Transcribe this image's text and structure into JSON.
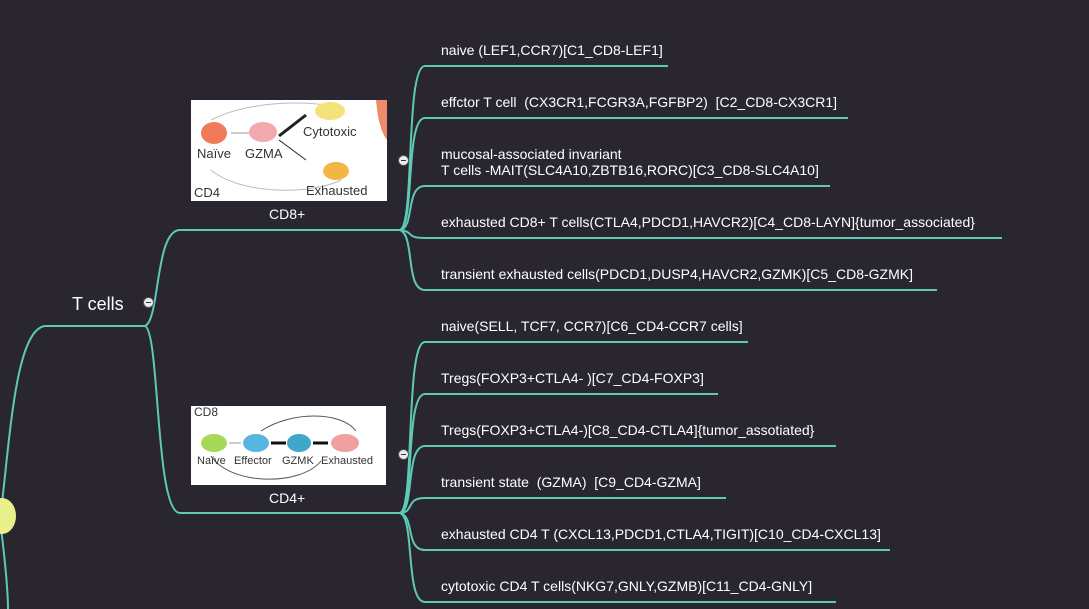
{
  "root": {
    "label": "T cells"
  },
  "cd8": {
    "label": "CD8+",
    "image": {
      "naive": "Naïve",
      "gzma": "GZMA",
      "cytotoxic": "Cytotoxic",
      "exhausted": "Exhausted",
      "corner": "CD4"
    },
    "children": [
      "naive (LEF1,CCR7)[C1_CD8-LEF1]",
      "effctor T cell  (CX3CR1,FCGR3A,FGFBP2)  [C2_CD8-CX3CR1]",
      "mucosal-associated invariant\nT cells -MAIT(SLC4A10,ZBTB16,RORC)[C3_CD8-SLC4A10]",
      "exhausted CD8+ T cells(CTLA4,PDCD1,HAVCR2)[C4_CD8-LAYN]{tumor_associated}",
      "transient exhausted cells(PDCD1,DUSP4,HAVCR2,GZMK)[C5_CD8-GZMK]"
    ]
  },
  "cd4": {
    "label": "CD4+",
    "image": {
      "corner": "CD8",
      "naive": "Naïve",
      "effector": "Effector",
      "gzmk": "GZMK",
      "exhausted": "Exhausted"
    },
    "children": [
      "naive(SELL, TCF7, CCR7)[C6_CD4-CCR7 cells]",
      "Tregs(FOXP3+CTLA4- )[C7_CD4-FOXP3]",
      "Tregs(FOXP3+CTLA4-)[C8_CD4-CTLA4]{tumor_assotiated}",
      "transient state  (GZMA)  [C9_CD4-GZMA]",
      "exhausted CD4 T (CXCL13,PDCD1,CTLA4,TIGIT)[C10_CD4-CXCL13]",
      "cytotoxic CD4 T cells(NKG7,GNLY,GZMB)[C11_CD4-GNLY]"
    ]
  },
  "colors": {
    "background": "#2a2630",
    "connector": "#5ec9b4",
    "text": "#ffffff"
  }
}
